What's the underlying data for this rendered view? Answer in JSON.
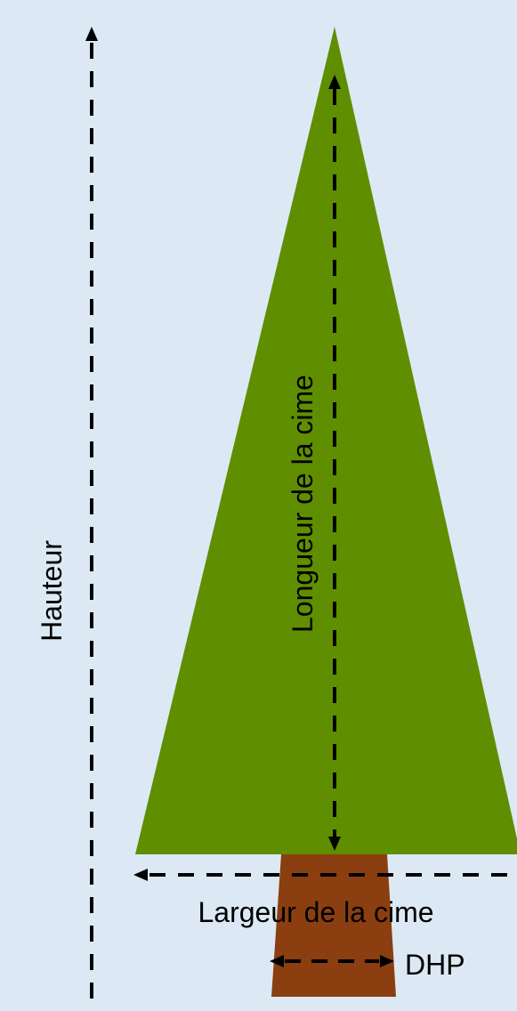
{
  "labels": {
    "height": "Hauteur",
    "crown_length": "Longueur de la cime",
    "crown_width": "Largeur de la cime",
    "dbh": "DHP"
  },
  "colors": {
    "background": "#dce9f5",
    "crown": "#5f8f00",
    "trunk": "#8b3e0f",
    "lines": "#000000"
  }
}
